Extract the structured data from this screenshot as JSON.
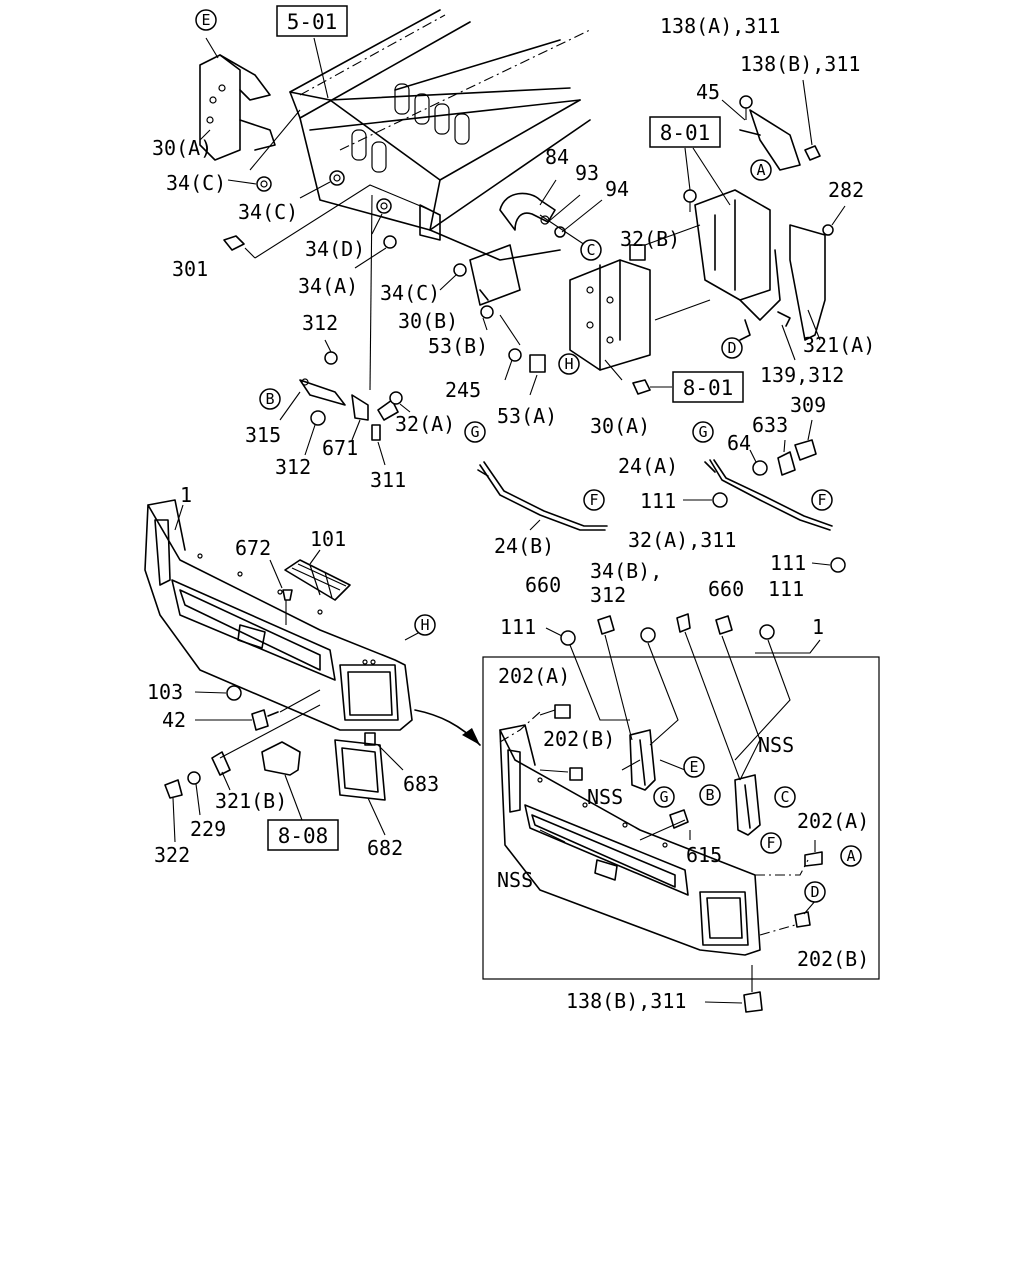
{
  "labels": {
    "l_138a_311": "138(A),311",
    "l_138b_311_top": "138(B),311",
    "l_45": "45",
    "l_282": "282",
    "l_30a_top": "30(A)",
    "l_34c_1": "34(C)",
    "l_34c_2": "34(C)",
    "l_34d": "34(D)",
    "l_301": "301",
    "l_34a": "34(A)",
    "l_34c_3": "34(C)",
    "l_84": "84",
    "l_93": "93",
    "l_94": "94",
    "l_32b": "32(B)",
    "l_30b": "30(B)",
    "l_53b": "53(B)",
    "l_321a": "321(A)",
    "l_139_312": "139,312",
    "l_312_top": "312",
    "l_315": "315",
    "l_312_bot": "312",
    "l_671": "671",
    "l_32a": "32(A)",
    "l_311": "311",
    "l_245": "245",
    "l_53a": "53(A)",
    "l_30a_mid": "30(A)",
    "l_309": "309",
    "l_633": "633",
    "l_64": "64",
    "l_24a": "24(A)",
    "l_111_a": "111",
    "l_111_b": "111",
    "l_24b": "24(B)",
    "l_1_left": "1",
    "l_672": "672",
    "l_101": "101",
    "l_32a_311": "32(A),311",
    "l_34b": "34(B),",
    "l_312_mid": "312",
    "l_660_a": "660",
    "l_660_b": "660",
    "l_111_c": "111",
    "l_111_d": "111",
    "l_1_right": "1",
    "l_103": "103",
    "l_42": "42",
    "l_202a_1": "202(A)",
    "l_202b_1": "202(B)",
    "l_nss_1": "NSS",
    "l_nss_2": "NSS",
    "l_615": "615",
    "l_202a_2": "202(A)",
    "l_nss_3": "NSS",
    "l_202b_2": "202(B)",
    "l_321b": "321(B)",
    "l_229": "229",
    "l_322": "322",
    "l_683": "683",
    "l_682": "682",
    "l_138b_311_bot": "138(B),311"
  },
  "references": {
    "ref_5_01": "5-01",
    "ref_8_01_top": "8-01",
    "ref_8_01_mid": "8-01",
    "ref_8_08": "8-08"
  },
  "callouts": {
    "c_e_top": "E",
    "c_a_top": "A",
    "c_c_mid": "C",
    "c_h_mid": "H",
    "c_d_mid": "D",
    "c_b_left": "B",
    "c_g_left": "G",
    "c_f_left": "F",
    "c_g_right": "G",
    "c_f_right": "F",
    "c_h_bumper": "H",
    "c_e_inset": "E",
    "c_g_inset": "G",
    "c_b_inset": "B",
    "c_c_inset": "C",
    "c_f_inset": "F",
    "c_a_inset": "A",
    "c_d_inset": "D"
  }
}
